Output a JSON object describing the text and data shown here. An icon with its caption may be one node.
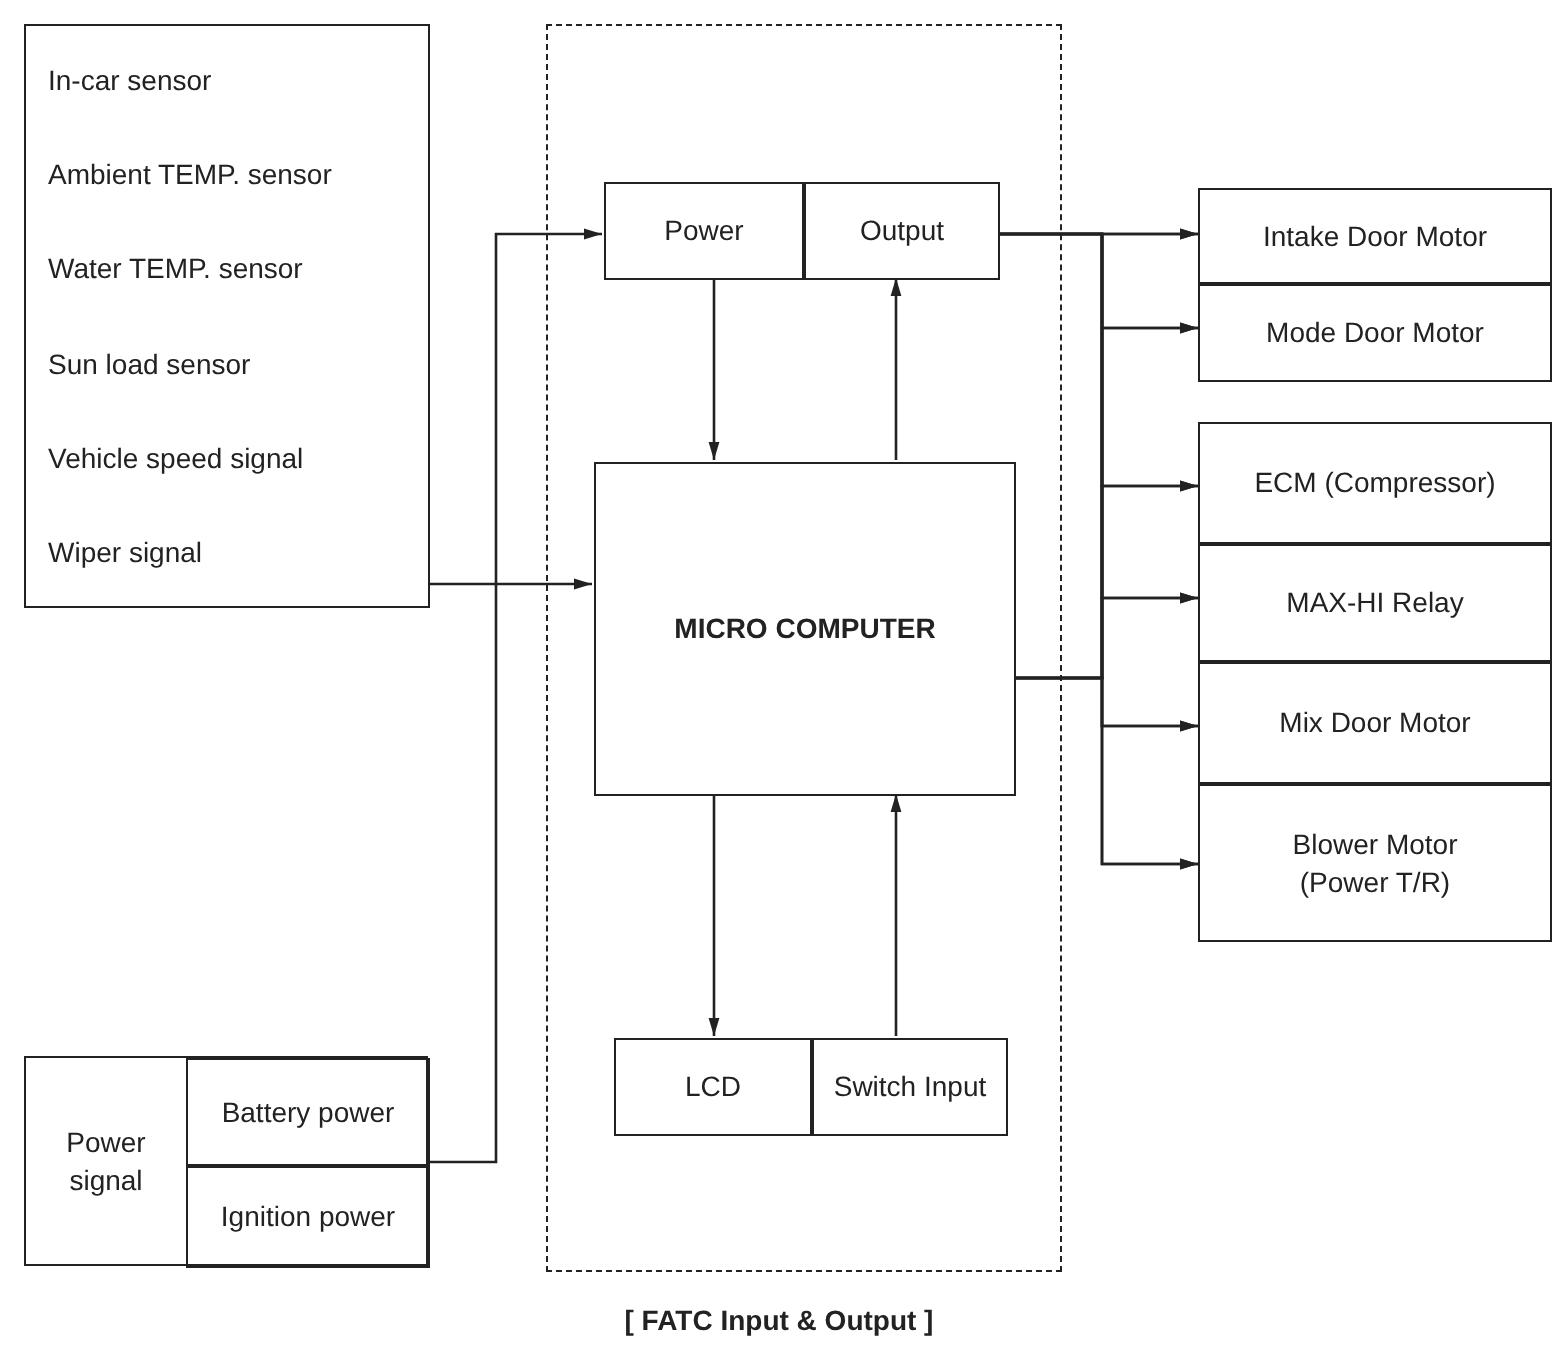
{
  "diagram": {
    "caption": "[ FATC Input & Output ]",
    "nodes": [
      {
        "text": [],
        "shape": "box"
      },
      {
        "text": [
          "In-car sensor",
          "Ambient TEMP. sensor",
          "Water TEMP. sensor",
          "Sun load sensor",
          "Vehicle speed signal",
          "Wiper signal"
        ]
      },
      {
        "text": [
          "Power"
        ],
        "in": 0
      },
      {
        "text": [
          "Output"
        ],
        "in": 0
      },
      {
        "text": [
          "MICRO COMPUTER"
        ],
        "in": 0
      },
      {
        "text": [
          "LCD"
        ],
        "in": 0
      },
      {
        "text": [
          "Switch Input"
        ],
        "in": 0
      },
      {
        "text": [
          "Power signal"
        ]
      },
      {
        "text": [
          "Battery power"
        ],
        "in": 7
      },
      {
        "text": [
          "Ignition power"
        ],
        "in": 7
      },
      {
        "text": [
          "Intake Door Motor"
        ]
      },
      {
        "text": [
          "Mode Door Motor"
        ]
      },
      {
        "text": [
          "ECM (Compressor)"
        ]
      },
      {
        "text": [
          "MAX-HI Relay"
        ]
      },
      {
        "text": [
          "Mix Door Motor"
        ]
      },
      {
        "text": [
          "Blower Motor (Power T/R)"
        ]
      }
    ],
    "edges": [
      {
        "from": 1,
        "to": 4,
        "arrow": "to"
      },
      {
        "from": 7,
        "to": 2,
        "arrow": "to"
      },
      {
        "from": 2,
        "to": 4,
        "arrow": "to"
      },
      {
        "from": 4,
        "to": 3,
        "arrow": "to"
      },
      {
        "from": 4,
        "to": 5,
        "arrow": "to"
      },
      {
        "from": 6,
        "to": 4,
        "arrow": "to"
      },
      {
        "from": 3,
        "to": 10,
        "arrow": "to"
      },
      {
        "from": 3,
        "to": 11,
        "arrow": "to"
      },
      {
        "from": 3,
        "to": 12,
        "arrow": "to"
      },
      {
        "from": 3,
        "to": 13,
        "arrow": "to"
      },
      {
        "from": 3,
        "to": 14,
        "arrow": "to"
      },
      {
        "from": 3,
        "to": 15,
        "arrow": "to"
      },
      {
        "from": 4,
        "to": 10,
        "arrow": "to"
      },
      {
        "from": 4,
        "to": 11,
        "arrow": "to"
      },
      {
        "from": 4,
        "to": 12,
        "arrow": "to"
      },
      {
        "from": 4,
        "to": 13,
        "arrow": "to"
      },
      {
        "from": 4,
        "to": 14,
        "arrow": "to"
      },
      {
        "from": 4,
        "to": 15,
        "arrow": "to"
      }
    ]
  }
}
